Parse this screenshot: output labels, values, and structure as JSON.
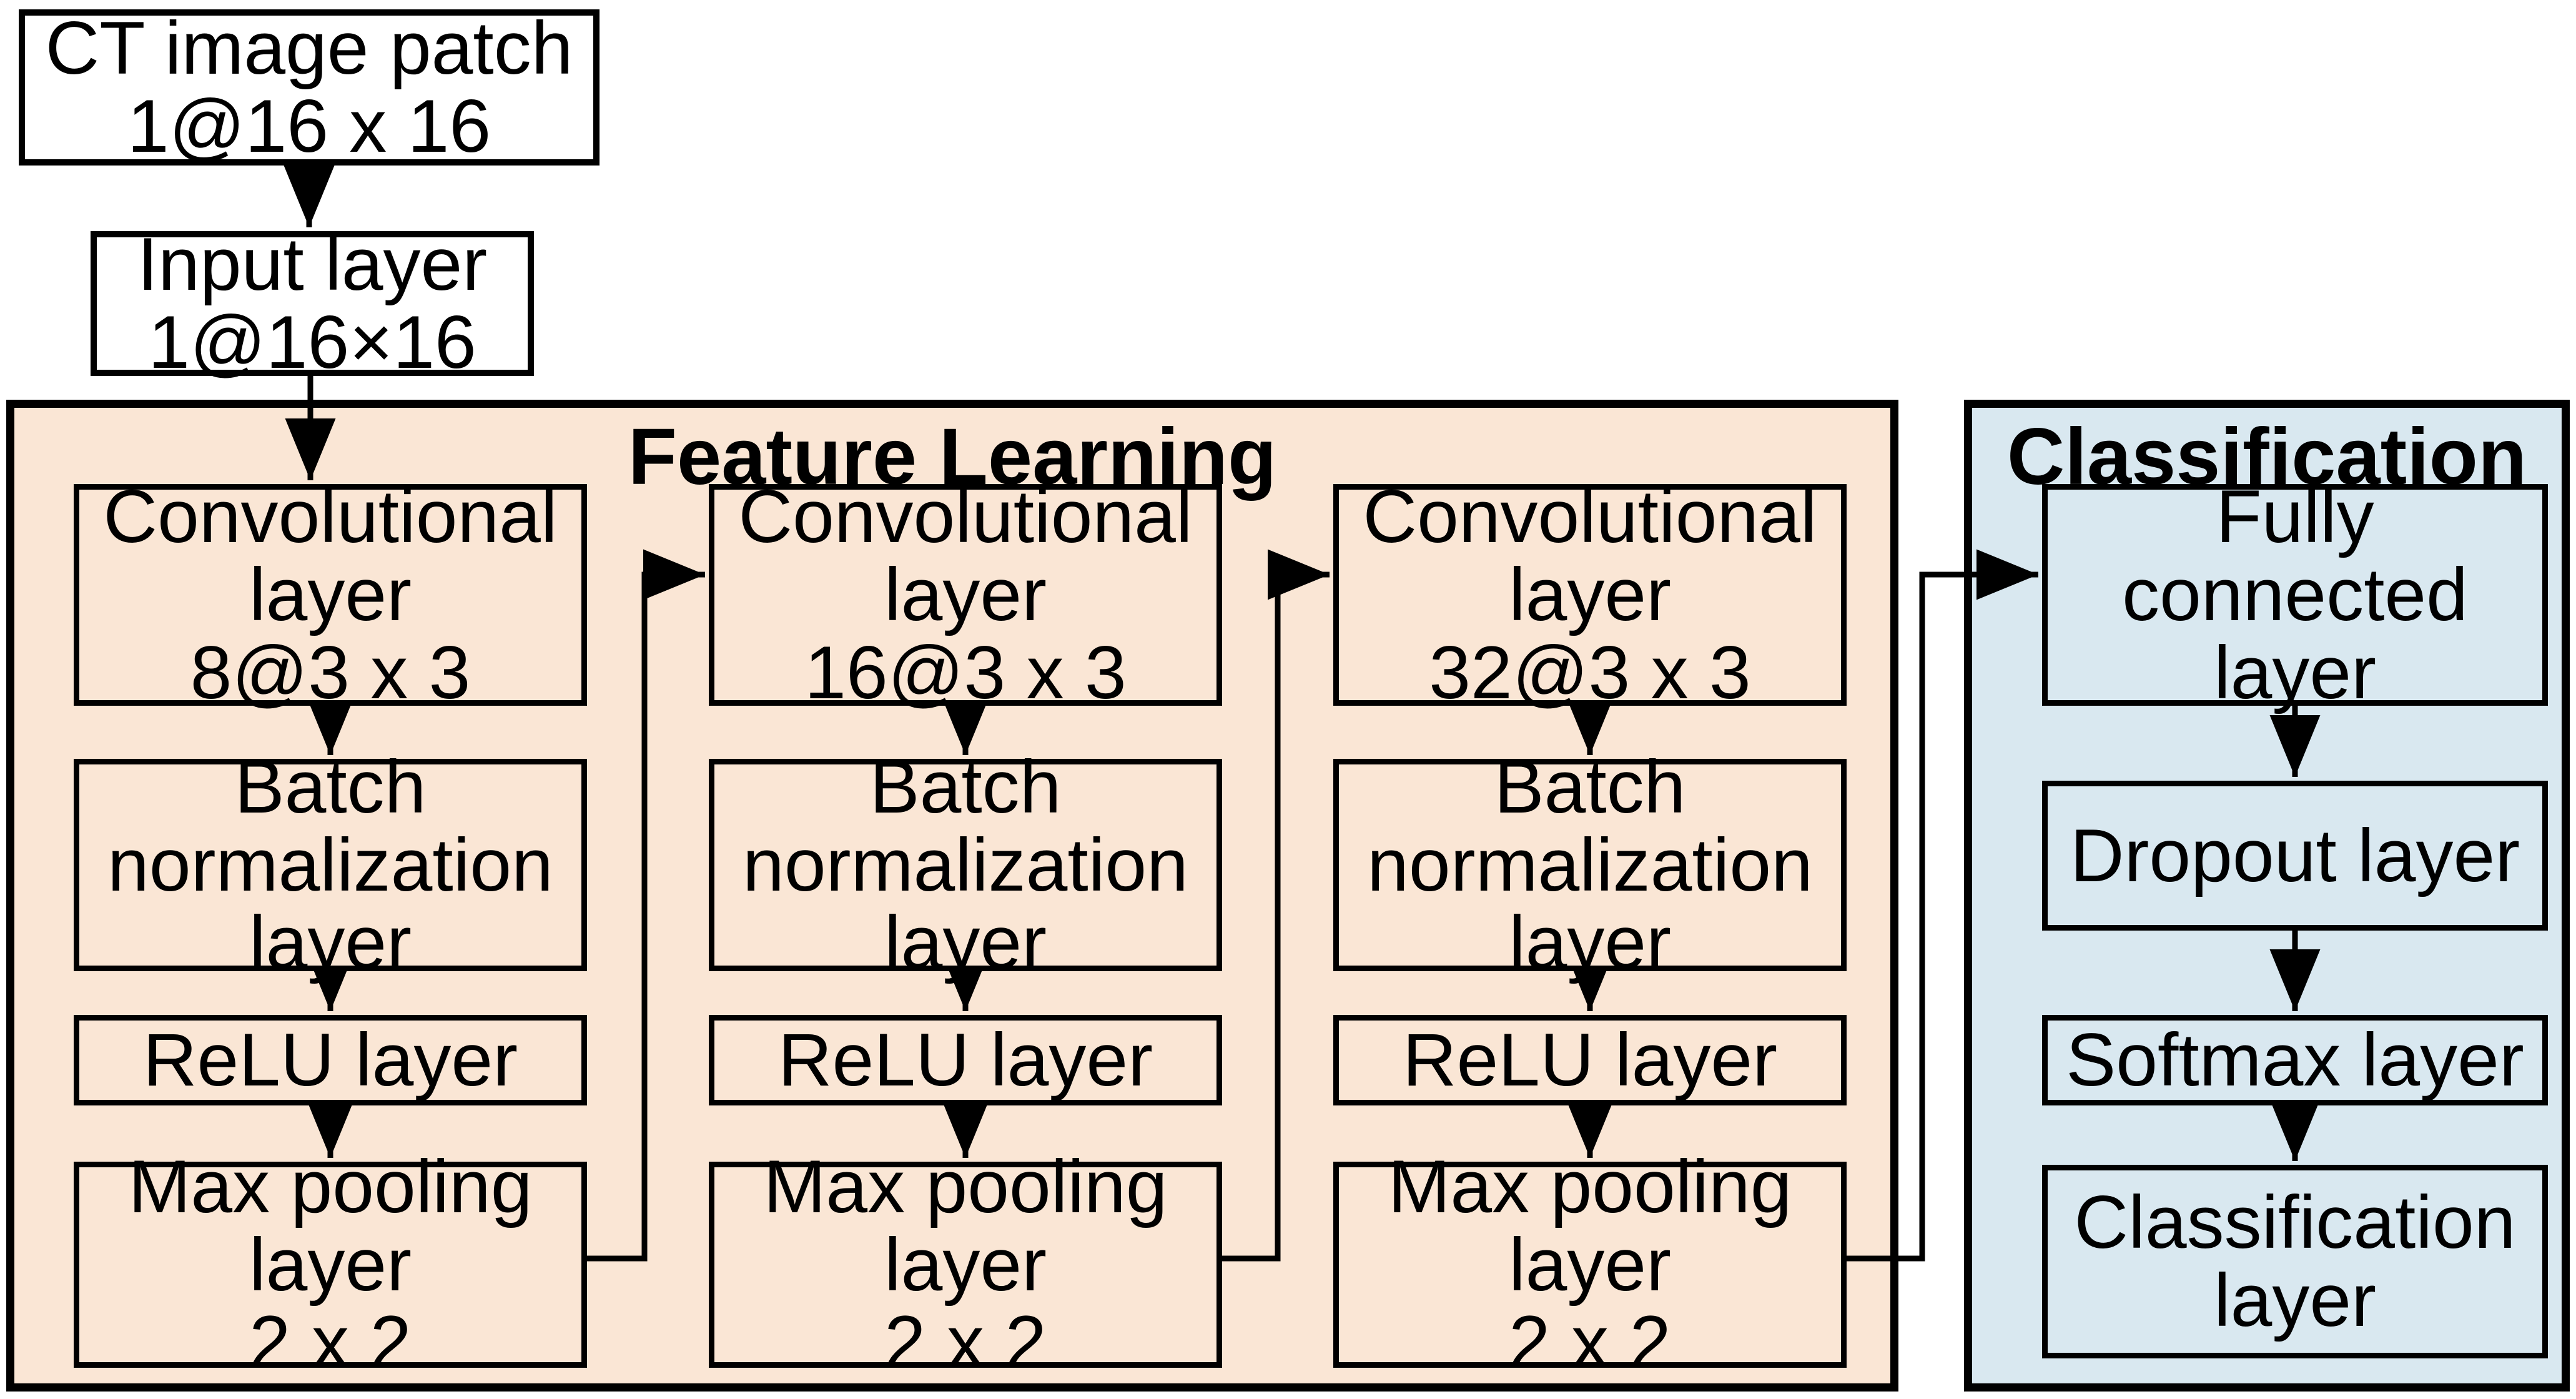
{
  "colors": {
    "feature_panel_bg": "#FAE6D5",
    "classification_panel_bg": "#D9E8F0",
    "box_fill": "#FFFFFF",
    "line": "#000000"
  },
  "input_flow": {
    "ct_patch_label": "CT image patch\n1@16 x 16",
    "input_layer_label": "Input layer\n1@16×16"
  },
  "feature_learning": {
    "title": "Feature Learning",
    "columns": [
      {
        "conv": "Convolutional\nlayer\n8@3 x 3",
        "batch_norm": "Batch\nnormalization\nlayer",
        "relu": "ReLU layer",
        "max_pool": "Max pooling\nlayer\n2 x 2"
      },
      {
        "conv": "Convolutional\nlayer\n16@3 x 3",
        "batch_norm": "Batch\nnormalization\nlayer",
        "relu": "ReLU layer",
        "max_pool": "Max pooling\nlayer\n2 x 2"
      },
      {
        "conv": "Convolutional\nlayer\n32@3 x 3",
        "batch_norm": "Batch\nnormalization\nlayer",
        "relu": "ReLU layer",
        "max_pool": "Max pooling\nlayer\n2 x 2"
      }
    ]
  },
  "classification": {
    "title": "Classification",
    "fully_connected": "Fully\nconnected\nlayer",
    "dropout": "Dropout layer",
    "softmax": "Softmax layer",
    "classification_layer": "Classification\nlayer"
  }
}
